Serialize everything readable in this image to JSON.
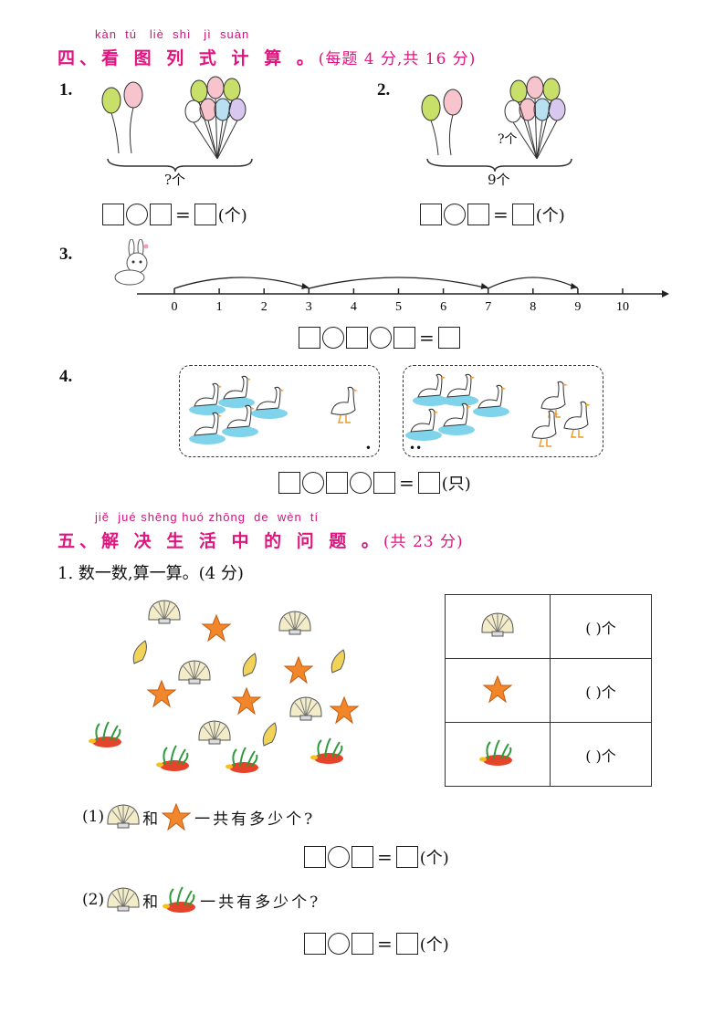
{
  "section4": {
    "pinyin": "kàn  tú   liè  shì   jì  suàn",
    "title": "四、看 图 列 式 计  算 。",
    "points": "(每题 4 分,共 16 分)",
    "q1": {
      "num": "1.",
      "brace_label": "?个",
      "unit": "(个)"
    },
    "q2": {
      "num": "2.",
      "brace_label": "9个",
      "question_label": "?个",
      "unit": "(个)"
    },
    "q3": {
      "num": "3.",
      "ticks": [
        "0",
        "1",
        "2",
        "3",
        "4",
        "5",
        "6",
        "7",
        "8",
        "9",
        "10"
      ],
      "jumps": [
        [
          0,
          3
        ],
        [
          3,
          7
        ],
        [
          7,
          9
        ]
      ]
    },
    "q4": {
      "num": "4.",
      "unit": "(只)",
      "box1_dots": "•",
      "box2_dots": "••"
    }
  },
  "section5": {
    "pinyin": "jiě  jué shēng huó zhōng  de  wèn  tí",
    "title": "五、解 决  生  活  中  的 问 题 。",
    "points": "(共 23 分)",
    "q1": {
      "prompt": "1. 数一数,算一算。(4 分)",
      "table_rows": [
        {
          "icon": "shell",
          "blank": "(      )个"
        },
        {
          "icon": "starfish",
          "blank": "(      )个"
        },
        {
          "icon": "coral",
          "blank": "(      )个"
        }
      ],
      "sub1": {
        "num": "(1)",
        "and": "和",
        "question": "一共有多少个?",
        "unit": "(个)"
      },
      "sub2": {
        "num": "(2)",
        "and": "和",
        "question": "一共有多少个?",
        "unit": "(个)"
      }
    }
  },
  "colors": {
    "accent": "#e0147f"
  }
}
